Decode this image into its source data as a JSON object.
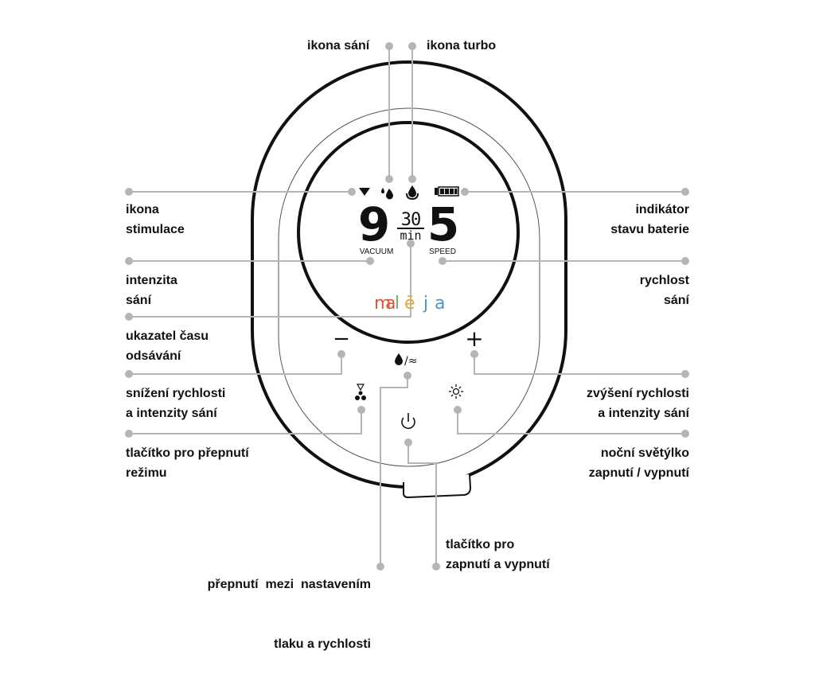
{
  "labels": {
    "suction_icon": "ikona sání",
    "turbo_icon": "ikona turbo",
    "stimulation_icon": [
      "ikona",
      "stimulace"
    ],
    "battery_indicator": [
      "indikátor",
      "stavu baterie"
    ],
    "suction_intensity": [
      "intenzita",
      "sání"
    ],
    "suction_speed": [
      "rychlost",
      "sání"
    ],
    "time_indicator": [
      "ukazatel času",
      "odsávání"
    ],
    "decrease": [
      "snížení rychlosti",
      "a intenzity sání"
    ],
    "increase": [
      "zvýšení rychlosti",
      "a intenzity sání"
    ],
    "mode_button": [
      "tlačítko pro přepnutí",
      "režimu"
    ],
    "night_light": [
      "noční světýlko",
      "zapnutí / vypnutí"
    ],
    "pressure_speed": [
      "přepnutí  mezi  nastavením",
      "tlaku a rychlosti"
    ],
    "power_button": [
      "tlačítko pro",
      "zapnutí a vypnutí"
    ]
  },
  "display": {
    "vacuum_value": "9",
    "minutes": "30",
    "min_unit": "min",
    "speed_value": "5",
    "vacuum_label": "VACUUM",
    "speed_label": "SPEED"
  },
  "brand": {
    "letters": [
      "m",
      "a",
      "l",
      "ē",
      " ",
      "j",
      "a"
    ],
    "colors": [
      "#e0563c",
      "#e0563c",
      "#6bb26a",
      "#e8a53a",
      "",
      "#4e93c9",
      "#4e93c9"
    ]
  },
  "buttons": {
    "minus": "−",
    "plus": "+",
    "pressure_speed_symbol": "/≈"
  },
  "colors": {
    "leader": "#b5b5b5",
    "text": "#111111",
    "device": "#111111"
  }
}
